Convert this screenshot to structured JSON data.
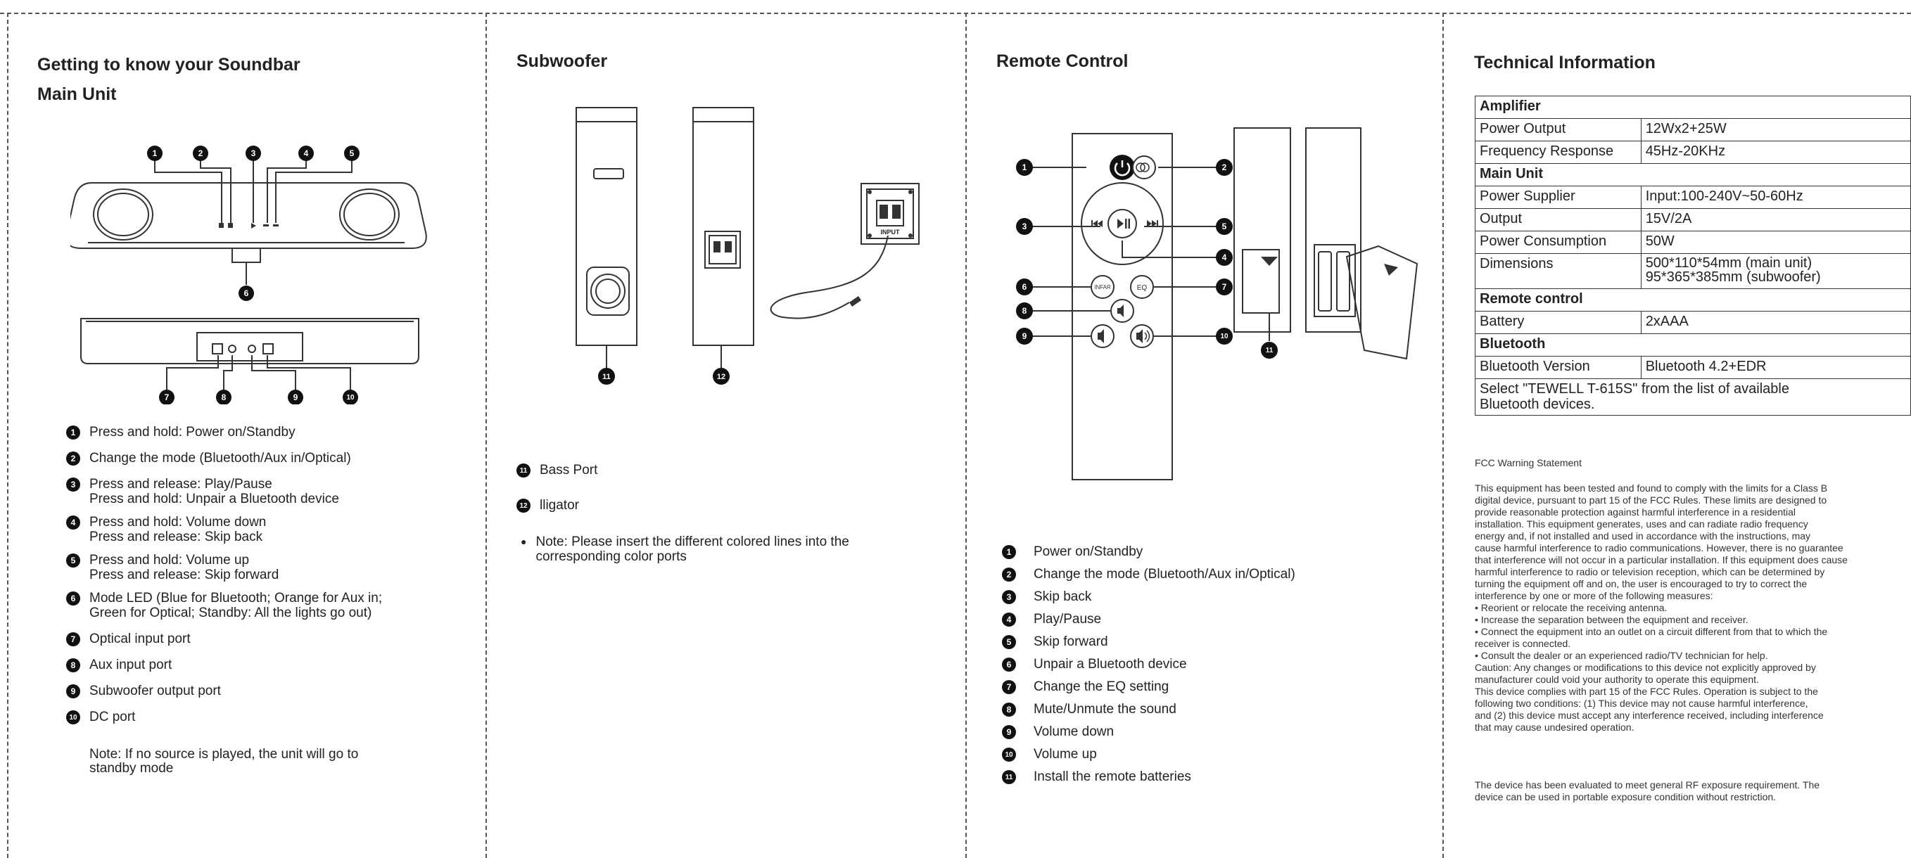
{
  "panel1": {
    "title": "Getting to know your Soundbar",
    "subtitle": "Main Unit",
    "items": [
      {
        "n": "1",
        "text": "Press and hold: Power on/Standby"
      },
      {
        "n": "2",
        "text": "Change the mode (Bluetooth/Aux in/Optical)"
      },
      {
        "n": "3",
        "text": "Press and release: Play/Pause\nPress and hold: Unpair a Bluetooth device"
      },
      {
        "n": "4",
        "text": "Press and hold: Volume down\nPress and release: Skip back"
      },
      {
        "n": "5",
        "text": "Press and hold: Volume up\nPress and release: Skip forward"
      },
      {
        "n": "6",
        "text": "Mode LED (Blue for Bluetooth; Orange for Aux in;\nGreen for Optical; Standby: All the lights go out)"
      },
      {
        "n": "7",
        "text": "Optical input port"
      },
      {
        "n": "8",
        "text": "Aux input port"
      },
      {
        "n": "9",
        "text": "Subwoofer output port"
      },
      {
        "n": "10",
        "text": "DC port"
      }
    ],
    "note": "Note: If no source is played, the unit will go to\nstandby mode"
  },
  "panel2": {
    "title": "Subwoofer",
    "items": [
      {
        "n": "11",
        "text": "Bass Port"
      },
      {
        "n": "12",
        "text": "lligator"
      }
    ],
    "note": "Note: Please insert the different colored lines into the\ncorresponding color ports",
    "input_label": "INPUT"
  },
  "panel3": {
    "title": "Remote Control",
    "buttons": {
      "infar": "INFAR",
      "eq": "EQ"
    },
    "items": [
      {
        "n": "1",
        "text": "Power on/Standby"
      },
      {
        "n": "2",
        "text": "Change the mode (Bluetooth/Aux in/Optical)"
      },
      {
        "n": "3",
        "text": "Skip back"
      },
      {
        "n": "4",
        "text": "Play/Pause"
      },
      {
        "n": "5",
        "text": "Skip forward"
      },
      {
        "n": "6",
        "text": "Unpair a Bluetooth device"
      },
      {
        "n": "7",
        "text": "Change the EQ setting"
      },
      {
        "n": "8",
        "text": "Mute/Unmute the sound"
      },
      {
        "n": "9",
        "text": "Volume down"
      },
      {
        "n": "10",
        "text": "Volume up"
      },
      {
        "n": "11",
        "text": "Install the remote batteries"
      }
    ]
  },
  "panel4": {
    "title": "Technical Information",
    "table": {
      "amplifier": "Amplifier",
      "power_output_label": "Power Output",
      "power_output_value": "12Wx2+25W",
      "freq_label": "Frequency Response",
      "freq_value": "45Hz-20KHz",
      "main_unit": "Main Unit",
      "supplier_label": "Power Supplier",
      "supplier_value": "Input:100-240V~50-60Hz",
      "output_label": "Output",
      "output_value": "15V/2A",
      "consumption_label": "Power Consumption",
      "consumption_value": "50W",
      "dimensions_label": "Dimensions",
      "dimensions_value": "500*110*54mm (main unit)\n95*365*385mm (subwoofer)",
      "remote": "Remote control",
      "battery_label": "Battery",
      "battery_value": "2xAAA",
      "bluetooth": "Bluetooth",
      "bt_version_label": "Bluetooth Version",
      "bt_version_value": "Bluetooth 4.2+EDR",
      "select_text": "Select \"TEWELL T-615S\" from the list of available\nBluetooth devices."
    },
    "fcc_title": "FCC Warning Statement",
    "fcc_body": "This equipment has been tested and found to comply with the limits for a Class B\ndigital device, pursuant to part 15 of the FCC Rules. These limits are designed to\nprovide reasonable protection against harmful interference in a residential\ninstallation. This equipment generates, uses and can radiate radio frequency\nenergy and, if not installed and used in accordance with the instructions, may\ncause harmful interference to radio communications. However, there is no guarantee\nthat interference will not occur in a particular installation. If this equipment does cause\nharmful interference to radio or television reception, which can be determined by\nturning the equipment off and on, the user is encouraged to try to correct the\ninterference by one or more of the following measures:\n• Reorient or relocate the receiving antenna.\n• Increase the separation between the equipment and receiver.\n• Connect the equipment into an outlet on a circuit different from that to which the\n   receiver is connected.\n• Consult the dealer or an experienced radio/TV technician for help.\nCaution: Any changes or modifications to this device not explicitly approved by\nmanufacturer could void your authority to operate this equipment.\nThis device complies with part 15 of the FCC Rules. Operation is subject to the\nfollowing two conditions: (1) This device may not cause harmful interference,\nand (2) this device must accept any interference received, including interference\nthat may cause undesired operation.",
    "rf_text": "The device has been evaluated to meet general RF exposure requirement. The\ndevice can be used in portable exposure condition without restriction."
  }
}
